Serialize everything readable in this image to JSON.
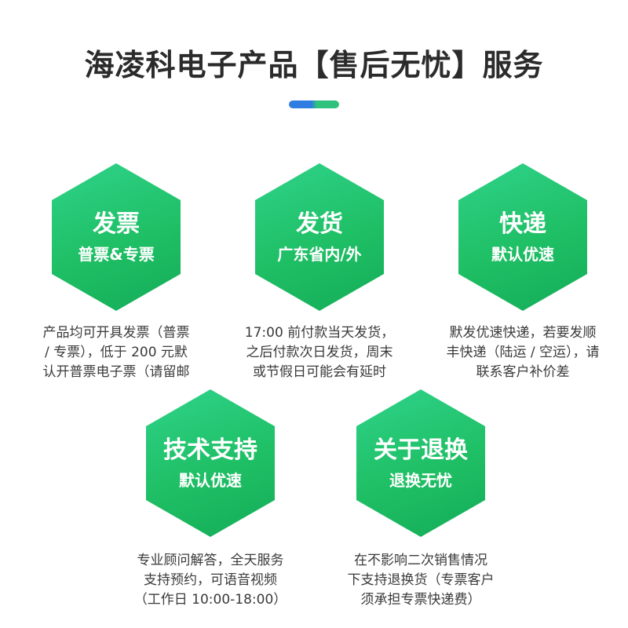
{
  "page": {
    "title": "海凌科电子产品【售后无忧】服务",
    "accent_blue": "#2f7de1",
    "accent_green": "#2ec27e",
    "hex_color": "#1fbf65"
  },
  "cards": [
    {
      "title": "发票",
      "subtitle": "普票&专票",
      "desc": [
        "产品均可开具发票（普票",
        "/ 专票），低于 200 元默",
        "认开普票电子票（请留邮"
      ]
    },
    {
      "title": "发货",
      "subtitle": "广东省内/外",
      "desc": [
        "17:00 前付款当天发货，",
        "之后付款次日发货，周末",
        "或节假日可能会有延时"
      ]
    },
    {
      "title": "快递",
      "subtitle": "默认优速",
      "desc": [
        "默发优速快递，若要发顺",
        "丰快递（陆运 / 空运），请",
        "联系客户补价差"
      ]
    },
    {
      "title": "技术支持",
      "subtitle": "默认优速",
      "desc": [
        "专业顾问解答，全天服务",
        "支持预约，可语音视频",
        "（工作日 10:00-18:00）"
      ]
    },
    {
      "title": "关于退换",
      "subtitle": "退换无忧",
      "desc": [
        "在不影响二次销售情况",
        "下支持退换货（专票客户",
        "须承担专票快递费）"
      ]
    }
  ]
}
